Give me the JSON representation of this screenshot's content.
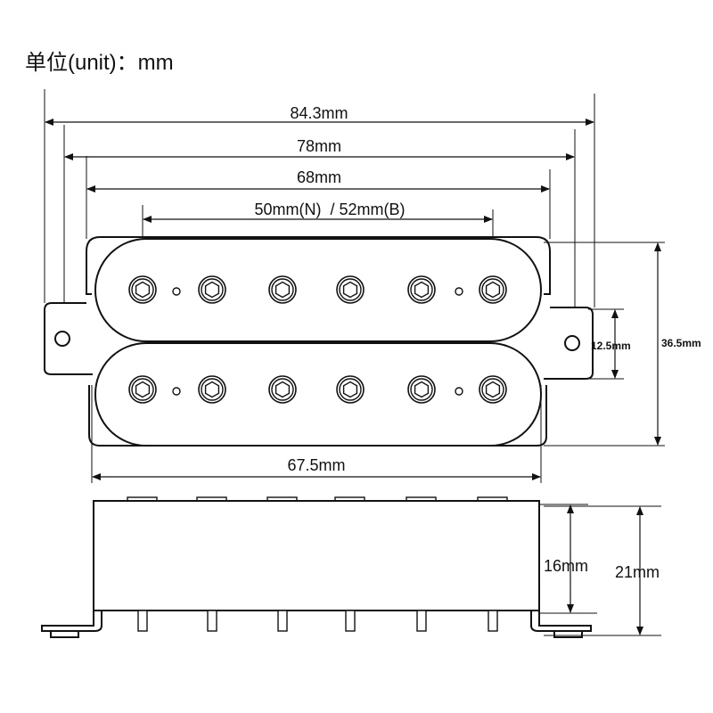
{
  "title": "单位(unit)：mm",
  "dimensions": {
    "overall_length": "84.3mm",
    "mounting_hole_spacing": "78mm",
    "cover_length": "68mm",
    "pole_spacing": "50mm(N)  / 52mm(B)",
    "base_length": "67.5mm",
    "tab_width": "12.5mm",
    "overall_width": "36.5mm",
    "body_height": "16mm",
    "total_height": "21mm"
  },
  "colors": {
    "line": "#111111",
    "background": "#ffffff"
  }
}
